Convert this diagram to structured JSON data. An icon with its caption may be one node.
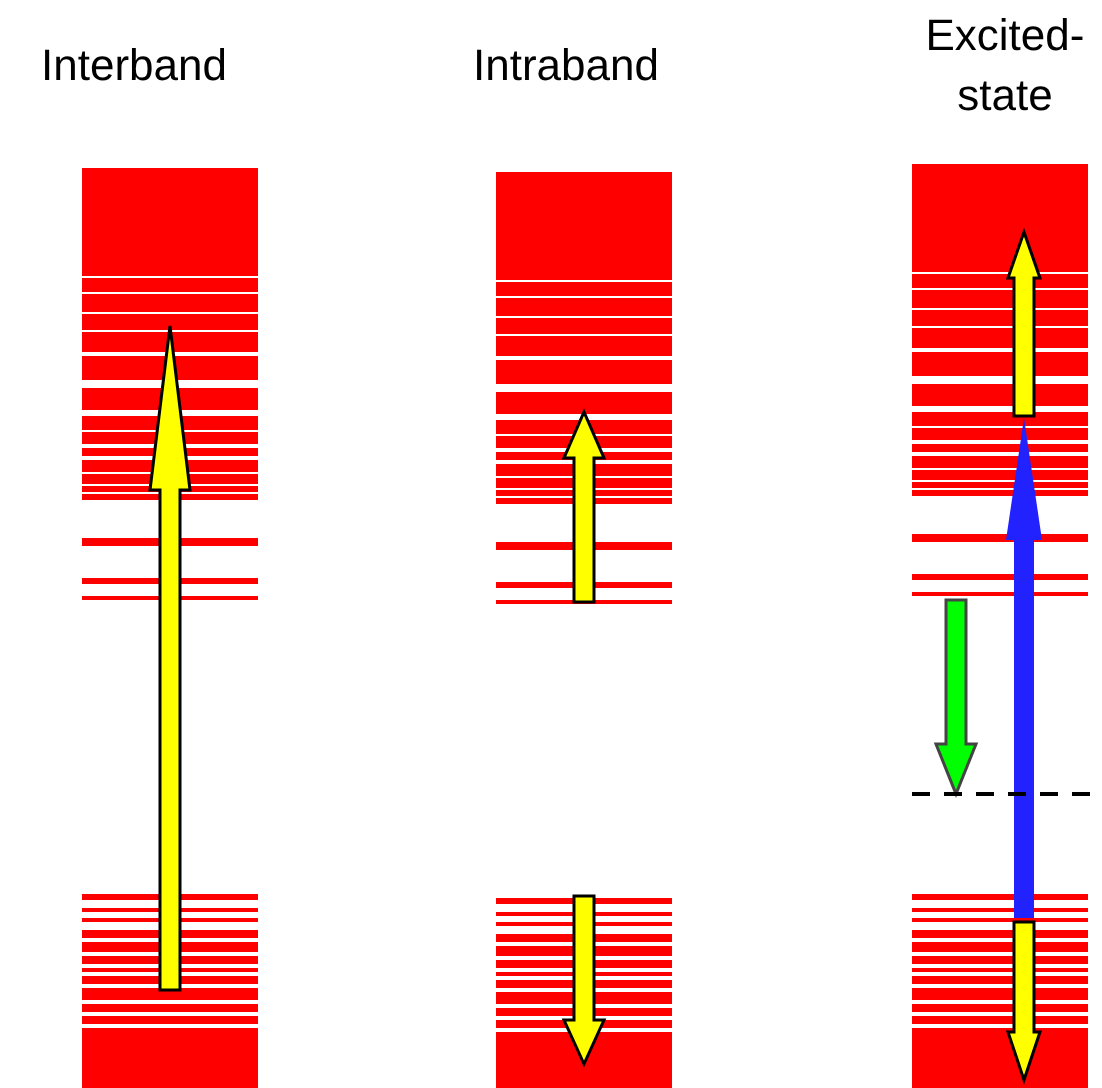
{
  "diagram": {
    "labels": [
      "Interband",
      "Intraband",
      "Excited-state"
    ]
  }
}
